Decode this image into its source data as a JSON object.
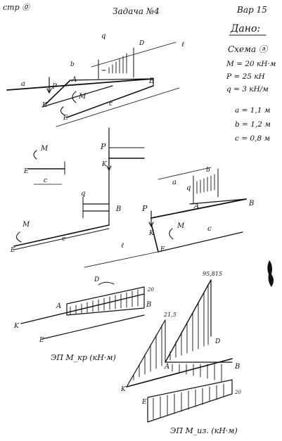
{
  "header": {
    "page_mark": "стр ⓪",
    "task_title": "Задача №4",
    "variant": "Вар 15"
  },
  "given": {
    "heading": "Дано:",
    "scheme": "Схема ⓐ",
    "lines": [
      "M = 20 кН·м",
      "P = 25 кН",
      "q = 3 кН/м",
      "a = 1,1 м",
      "b = 1,2 м",
      "c = 0,8 м"
    ]
  },
  "point_labels": {
    "A": "A",
    "B": "B",
    "K": "K",
    "E": "E",
    "D": "D",
    "P": "P",
    "M": "M",
    "q": "q",
    "a": "a",
    "b": "b",
    "c": "c",
    "l": "ℓ"
  },
  "diagram_values": {
    "top_right": "95,815",
    "mid": "21,5",
    "low_right": "20",
    "tick_a": "20"
  },
  "diagram_titles": {
    "torque": "ЭП M_кр (кН·м)",
    "bending": "ЭП M_из. (кН·м)"
  },
  "style": {
    "ink": "#111111",
    "paper": "#ffffff"
  }
}
